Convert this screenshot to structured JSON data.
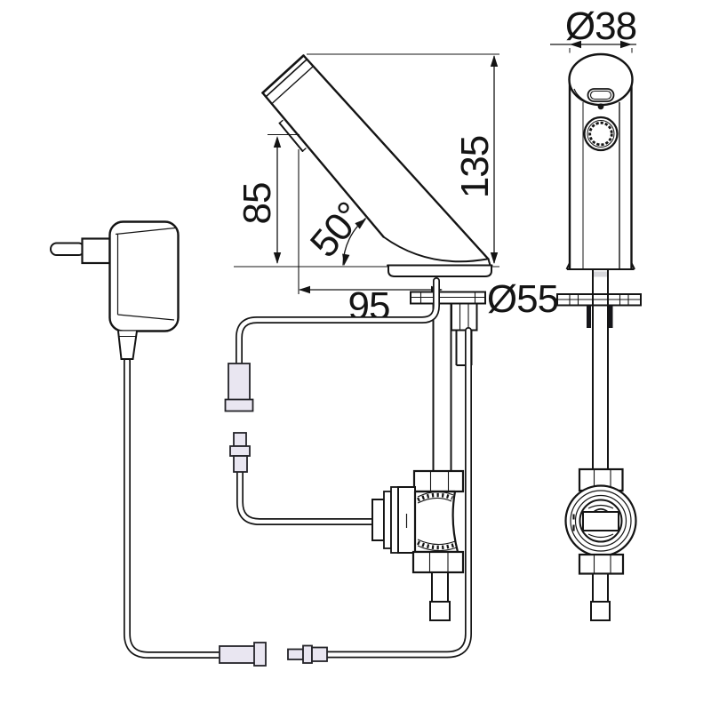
{
  "drawing": {
    "kind": "technical-dimension-drawing",
    "subject": "sensor faucet with solenoid valve and plug-in power supply",
    "background": "#ffffff",
    "line_color": "#141414",
    "connector_fill": "#e9e6f1",
    "dimensions": {
      "spout_top_diameter": "Ø38",
      "overall_height": "135",
      "outlet_height": "85",
      "spout_angle": "50°",
      "spout_reach": "95",
      "base_diameter": "Ø55"
    }
  }
}
